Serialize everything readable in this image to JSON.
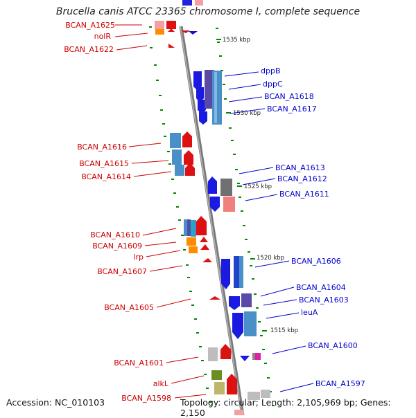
{
  "title": "Brucella canis ATCC 23365 chromosome I, complete sequence",
  "accession": "Accession: NC_010103",
  "topology": "Topology: circular; Length: 2,105,969 bp; Genes: 2,150",
  "colors": {
    "forward_label": "#0000cc",
    "reverse_label": "#cc0000",
    "dot": "#008800"
  },
  "ticks": [
    "1535 kbp",
    "1530 kbp",
    "1525 kbp",
    "1520 kbp",
    "1515 kbp"
  ],
  "left_genes": [
    "BCAN_A1625",
    "nolR",
    "BCAN_A1622",
    "BCAN_A1616",
    "BCAN_A1615",
    "BCAN_A1614",
    "BCAN_A1610",
    "BCAN_A1609",
    "lrp",
    "BCAN_A1607",
    "BCAN_A1605",
    "BCAN_A1601",
    "alkL",
    "BCAN_A1598"
  ],
  "right_genes": [
    "dppB",
    "dppC",
    "BCAN_A1618",
    "BCAN_A1617",
    "BCAN_A1613",
    "BCAN_A1612",
    "BCAN_A1611",
    "BCAN_A1606",
    "BCAN_A1604",
    "BCAN_A1603",
    "leuA",
    "BCAN_A1600",
    "BCAN_A1597"
  ]
}
